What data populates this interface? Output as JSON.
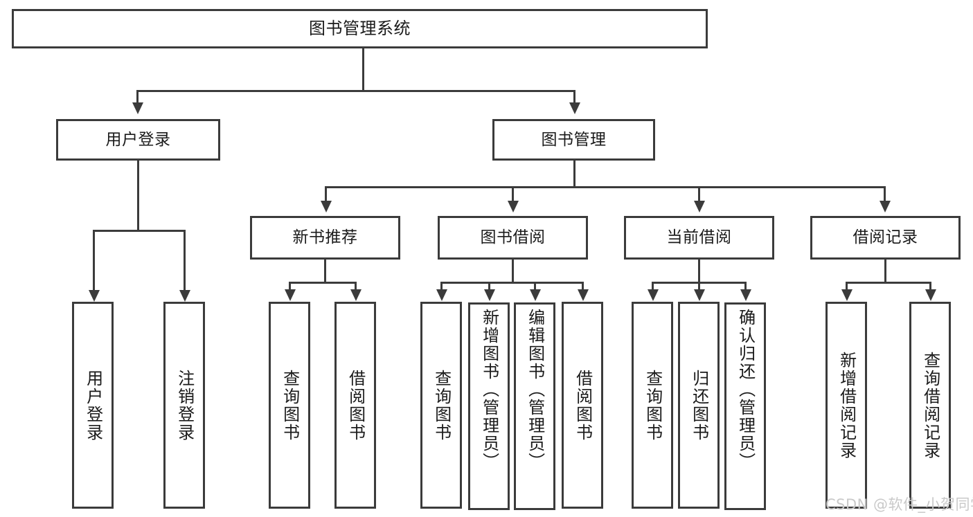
{
  "diagram": {
    "title": "图书管理系统",
    "watermark": "CSDN @软件_小贺同学",
    "colors": {
      "background": "#ffffff",
      "stroke": "#3b3b3b",
      "text": "#1a1a1a",
      "watermark": "#c9c9c9"
    },
    "levels": {
      "root": {
        "label": "图书管理系统"
      },
      "level1": [
        {
          "label": "用户登录"
        },
        {
          "label": "图书管理"
        }
      ],
      "level2": [
        {
          "label": "新书推荐"
        },
        {
          "label": "图书借阅"
        },
        {
          "label": "当前借阅"
        },
        {
          "label": "借阅记录"
        }
      ],
      "leaves": {
        "user_login": [
          {
            "label": "用户登录"
          },
          {
            "label": "注销登录"
          }
        ],
        "new_book_recommend": [
          {
            "label": "查询图书"
          },
          {
            "label": "借阅图书"
          }
        ],
        "book_borrow": [
          {
            "label": "查询图书"
          },
          {
            "label": "新增图书（管理员）"
          },
          {
            "label": "编辑图书（管理员）"
          },
          {
            "label": "借阅图书"
          }
        ],
        "current_borrow": [
          {
            "label": "查询图书"
          },
          {
            "label": "归还图书"
          },
          {
            "label": "确认归还（管理员）"
          }
        ],
        "borrow_records": [
          {
            "label": "新增借阅记录"
          },
          {
            "label": "查询借阅记录"
          }
        ]
      }
    }
  }
}
